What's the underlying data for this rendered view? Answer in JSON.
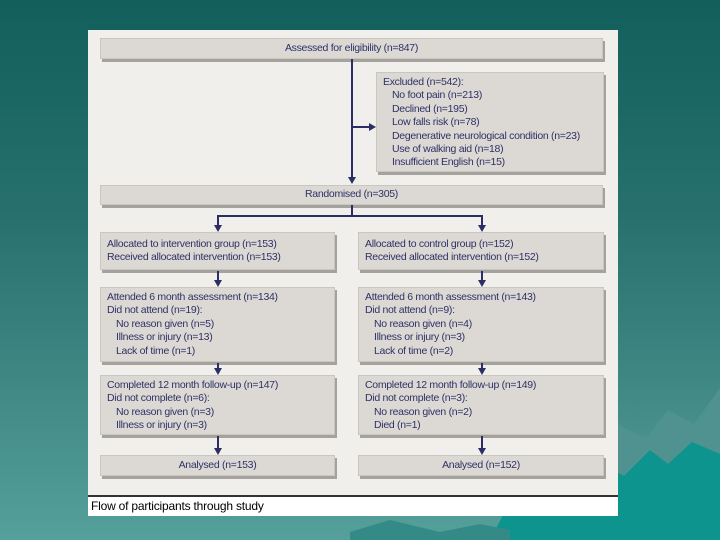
{
  "figure": {
    "caption": "Flow of participants through study"
  },
  "flow": {
    "assessed": "Assessed for eligibility (n=847)",
    "excluded_lines": [
      "Excluded (n=542):",
      "No foot pain (n=213)",
      "Declined (n=195)",
      "Low falls risk (n=78)",
      "Degenerative neurological condition (n=23)",
      "Use of walking aid (n=18)",
      "Insufficient English (n=15)"
    ],
    "randomised": "Randomised (n=305)",
    "left": {
      "allocated_lines": [
        "Allocated to intervention group (n=153)",
        "Received allocated intervention (n=153)"
      ],
      "month6_lines": [
        "Attended 6 month assessment (n=134)",
        "Did not attend (n=19):",
        "No reason given (n=5)",
        "Illness or injury (n=13)",
        "Lack of time (n=1)"
      ],
      "month12_lines": [
        "Completed 12 month follow-up (n=147)",
        "Did not complete (n=6):",
        "No reason given (n=3)",
        "Illness or injury (n=3)"
      ],
      "analysed": "Analysed (n=153)"
    },
    "right": {
      "allocated_lines": [
        "Allocated to control group (n=152)",
        "Received allocated intervention (n=152)"
      ],
      "month6_lines": [
        "Attended 6 month assessment (n=143)",
        "Did not attend (n=9):",
        "No reason given (n=4)",
        "Illness or injury (n=3)",
        "Lack of time (n=2)"
      ],
      "month12_lines": [
        "Completed 12 month follow-up (n=149)",
        "Did not complete (n=3):",
        "No reason given (n=2)",
        "Died (n=1)"
      ],
      "analysed": "Analysed (n=152)"
    }
  },
  "colors": {
    "background_teal_top": "#125f5c",
    "background_teal_bottom": "#55a09b",
    "mountain_bright_teal": "#0d948f",
    "mountain_far_teal": "#4f928f",
    "panel_background": "#f1efec",
    "box_fill": "#dcd9d4",
    "box_shadow": "#a5a29d",
    "ink_navy": "#2e3166",
    "caption_ink": "#000000"
  }
}
